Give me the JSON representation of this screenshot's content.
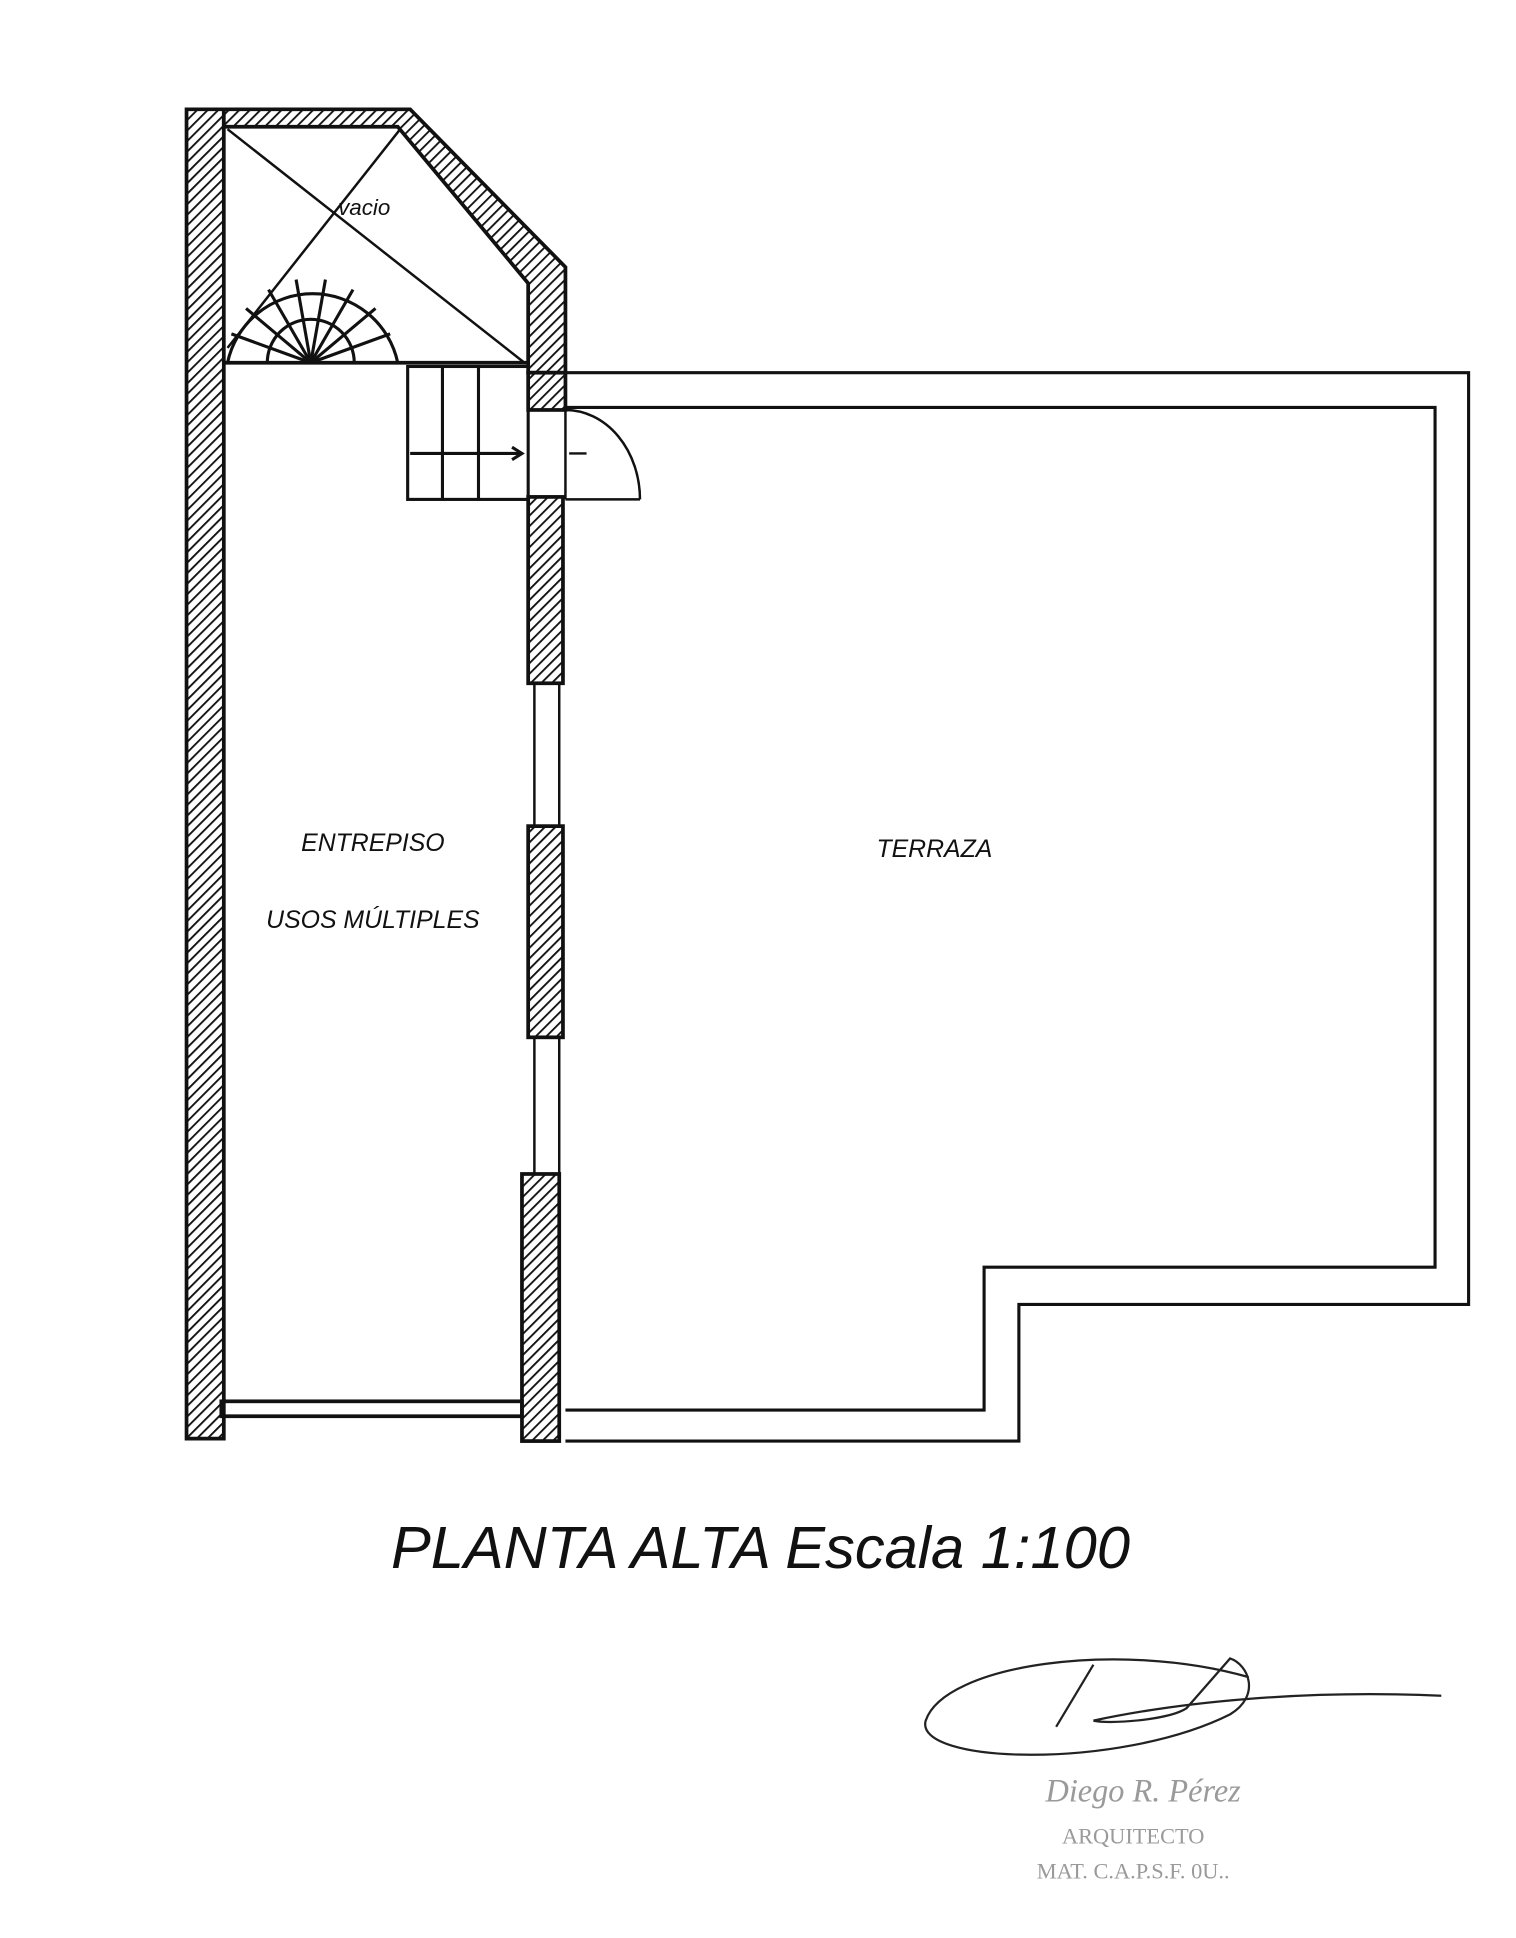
{
  "plan": {
    "void_label": "vacio",
    "room_left_line1": "ENTREPISO",
    "room_left_line2": "USOS MÚLTIPLES",
    "room_right": "TERRAZA",
    "title": "PLANTA ALTA Escala 1:100"
  },
  "signature": {
    "name": "Diego R. Pérez",
    "profession": "ARQUITECTO",
    "registration": "MAT. C.A.P.S.F. 0U.."
  }
}
